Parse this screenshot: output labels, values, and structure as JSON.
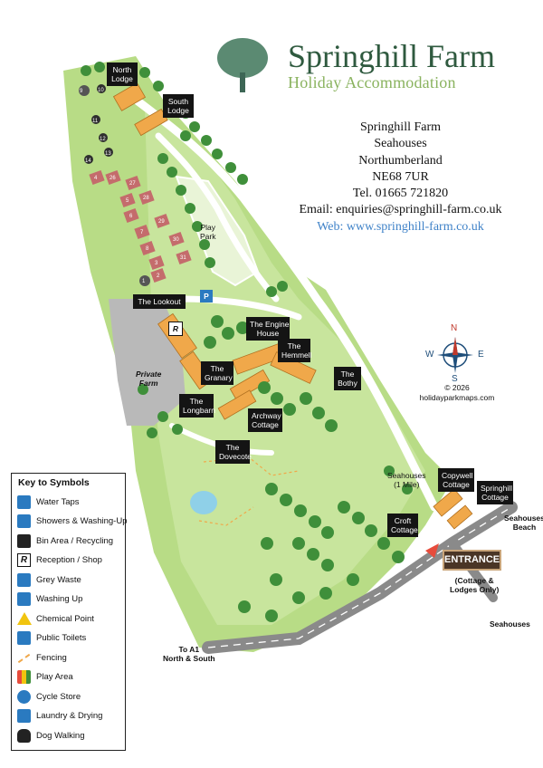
{
  "brand": {
    "name": "Springhill Farm",
    "tagline": "Holiday Accommodation",
    "logo_icon": "tree-icon"
  },
  "address": {
    "lines": [
      "Springhill Farm",
      "Seahouses",
      "Northumberland",
      "NE68 7UR",
      "Tel. 01665 721820",
      "Email: enquiries@springhill-farm.co.uk"
    ],
    "web": "Web: www.springhill-farm.co.uk"
  },
  "compass": {
    "n": "N",
    "e": "E",
    "s": "S",
    "w": "W"
  },
  "copyright": [
    "© 2026",
    "holidayparkmaps.com"
  ],
  "key": {
    "title": "Key to Symbols",
    "items": [
      {
        "label": "Water Taps",
        "icon": "water-tap-icon"
      },
      {
        "label": "Showers & Washing-Up",
        "icon": "shower-icon"
      },
      {
        "label": "Bin Area / Recycling",
        "icon": "bin-icon"
      },
      {
        "label": "Reception / Shop",
        "icon": "reception-icon"
      },
      {
        "label": "Grey Waste",
        "icon": "grey-waste-icon"
      },
      {
        "label": "Washing Up",
        "icon": "washing-up-icon"
      },
      {
        "label": "Chemical Point",
        "icon": "chemical-point-icon"
      },
      {
        "label": "Public Toilets",
        "icon": "toilets-icon"
      },
      {
        "label": "Fencing",
        "icon": "fencing-icon"
      },
      {
        "label": "Play Area",
        "icon": "play-area-icon"
      },
      {
        "label": "Cycle Store",
        "icon": "cycle-icon"
      },
      {
        "label": "Laundry & Drying",
        "icon": "laundry-icon"
      },
      {
        "label": "Dog Walking",
        "icon": "dog-icon"
      }
    ]
  },
  "labels": {
    "north_lodge": [
      "North",
      "Lodge"
    ],
    "south_lodge": [
      "South",
      "Lodge"
    ],
    "play_park": [
      "Play",
      "Park"
    ],
    "lookout": "The Lookout",
    "engine_house": [
      "The Engine",
      "House"
    ],
    "hemmell": [
      "The",
      "Hemmell"
    ],
    "granary": [
      "The",
      "Granary"
    ],
    "bothy": [
      "The",
      "Bothy"
    ],
    "private_farm": [
      "Private",
      "Farm"
    ],
    "longbarn": [
      "The",
      "Longbarn"
    ],
    "archway": [
      "Archway",
      "Cottage"
    ],
    "dovecote": [
      "The",
      "Dovecote"
    ],
    "seahouses_mile": [
      "Seahouses",
      "(1 Mile)"
    ],
    "copywell": [
      "Copywell",
      "Cottage"
    ],
    "springhill_cottage": [
      "Springhill",
      "Cottage"
    ],
    "croft": [
      "Croft",
      "Cottage"
    ],
    "seahouses_beach": [
      "Seahouses",
      "Beach"
    ],
    "entrance": "ENTRANCE",
    "entrance_note": [
      "(Cottage &",
      "Lodges Only)"
    ],
    "seahouses": "Seahouses",
    "a1": [
      "To A1",
      "North & South"
    ],
    "reception_symbol": "R",
    "parking_symbol": "P"
  },
  "pitches": {
    "upper": [
      "10",
      "11",
      "12",
      "13",
      "14"
    ],
    "red": [
      "4",
      "26",
      "27",
      "28",
      "29",
      "30",
      "31",
      "5",
      "6",
      "7",
      "8",
      "3",
      "2"
    ],
    "grey": [
      "9",
      "1"
    ]
  },
  "colors": {
    "grass": "#b8dc86",
    "grass_dark": "#9fcf6a",
    "tree": "#3f8f3a",
    "road": "#8a8a8a",
    "building": "#f0a84a",
    "label_bg": "#141414",
    "pitch_red": "#c46c6c",
    "brand_green": "#2f5a3f",
    "accent_green": "#8ab35f",
    "link_blue": "#3f82c8"
  }
}
